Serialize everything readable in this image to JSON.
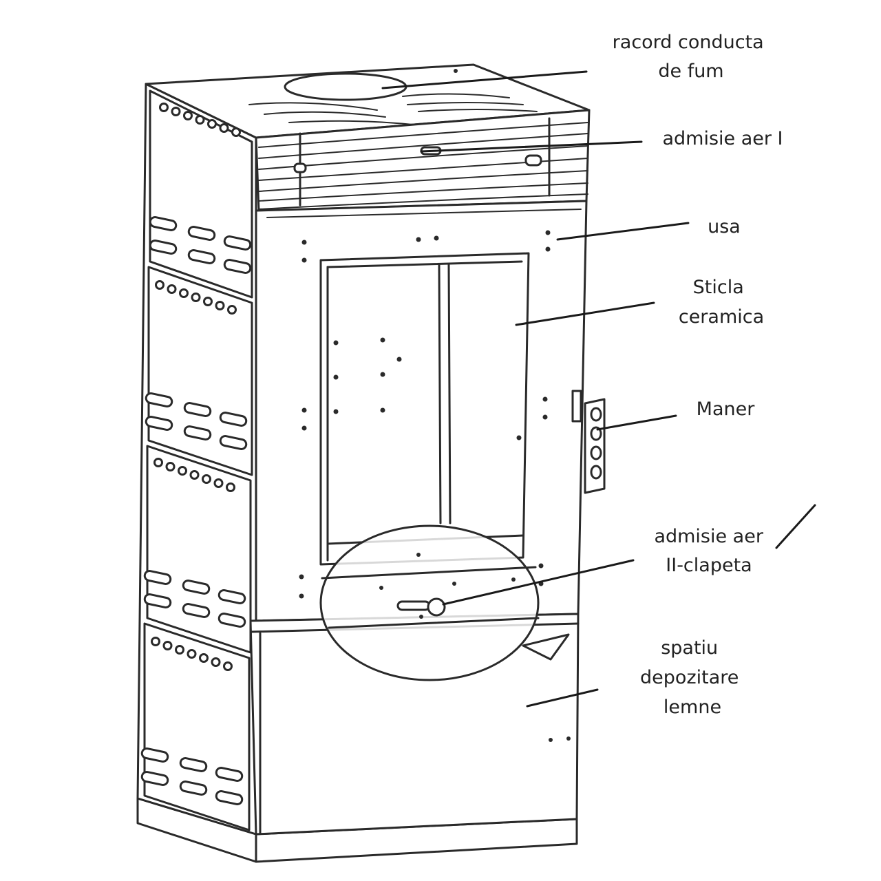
{
  "labels": {
    "flue": [
      "racord conducta",
      "de fum"
    ],
    "air_intake_1": [
      "admisie aer I"
    ],
    "door": [
      "usa"
    ],
    "glass": [
      "Sticla",
      "ceramica"
    ],
    "handle": [
      "Maner"
    ],
    "air_intake_2": [
      "admisie aer",
      "II-clapeta"
    ],
    "storage": [
      "spatiu",
      "depozitare",
      "lemne"
    ]
  },
  "colors": {
    "line": "#2a2a2a",
    "background": "#ffffff"
  }
}
